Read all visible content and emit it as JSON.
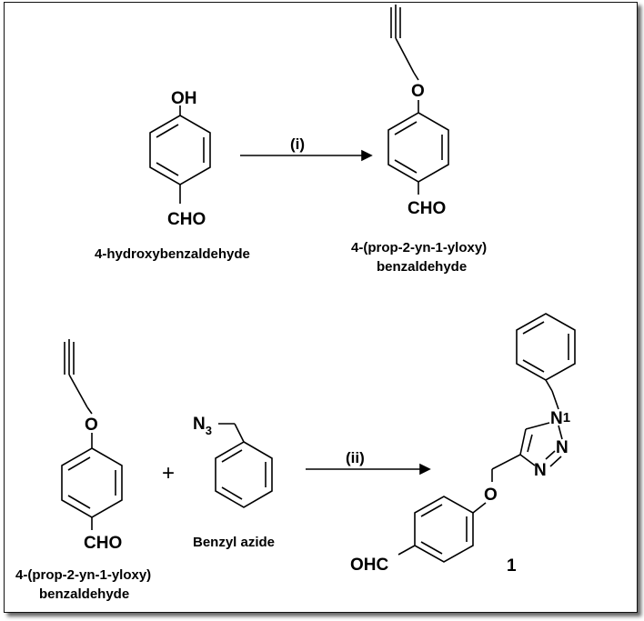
{
  "scheme": {
    "step1": {
      "reactant": {
        "substituent_top": "OH",
        "substituent_bottom": "CHO",
        "name": "4-hydroxybenzaldehyde"
      },
      "condition": "(i)",
      "product": {
        "oxygen": "O",
        "substituent_bottom": "CHO",
        "name_line1": "4-(prop-2-yn-1-yloxy)",
        "name_line2": "benzaldehyde"
      }
    },
    "step2": {
      "reactant1": {
        "oxygen": "O",
        "substituent_bottom": "CHO",
        "name_line1": "4-(prop-2-yn-1-yloxy)",
        "name_line2": "benzaldehyde"
      },
      "plus": "+",
      "reactant2": {
        "azide_main": "N",
        "azide_sub": "3",
        "name": "Benzyl azide"
      },
      "condition": "(ii)",
      "product": {
        "n1": "N",
        "n1_locant": "1",
        "n2": "N",
        "n3": "N",
        "oxygen": "O",
        "substituent": "OHC",
        "compound_number": "1"
      }
    }
  }
}
